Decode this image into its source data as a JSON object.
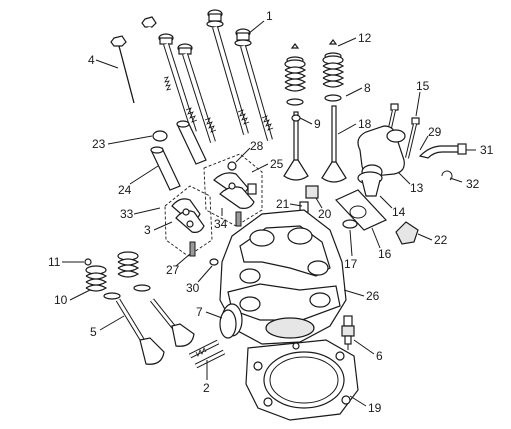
{
  "diagram": {
    "callouts": [
      "1",
      "2",
      "3",
      "4",
      "5",
      "6",
      "7",
      "8",
      "9",
      "10",
      "11",
      "12",
      "13",
      "14",
      "15",
      "16",
      "17",
      "18",
      "19",
      "20",
      "21",
      "22",
      "23",
      "24",
      "25",
      "26",
      "27",
      "28",
      "29",
      "30",
      "31",
      "32",
      "33",
      "34"
    ],
    "ink_color": "#1a1a1a",
    "fill_color": "#ffffff",
    "shade_color": "#9a9a9a"
  }
}
